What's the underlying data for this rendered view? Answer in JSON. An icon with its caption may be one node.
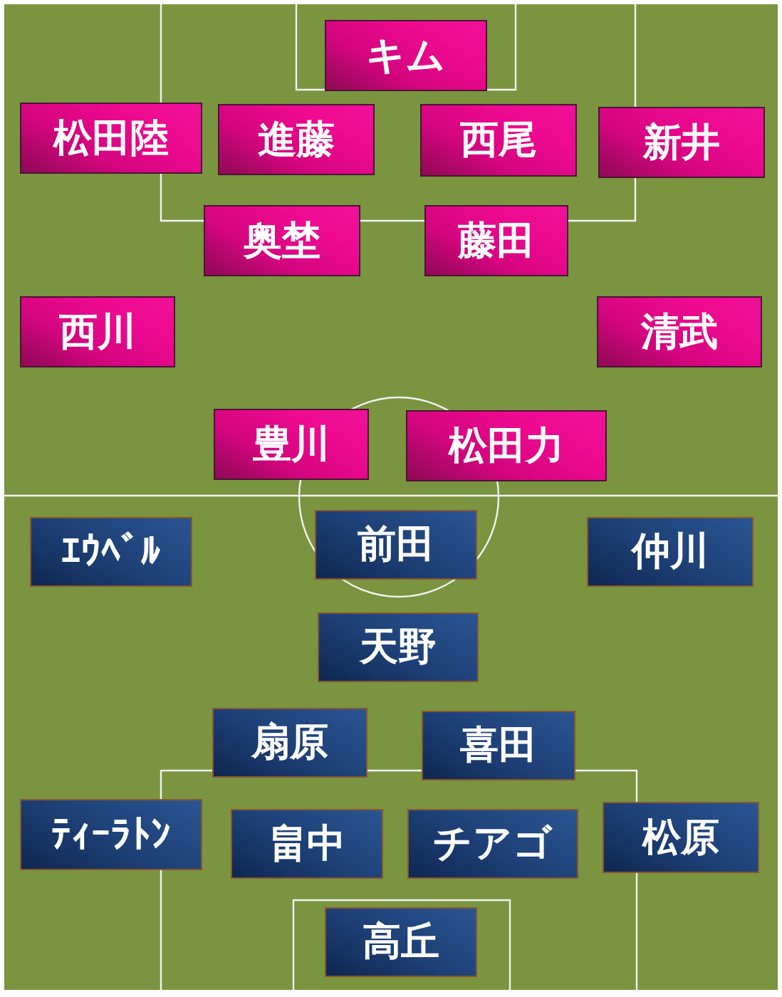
{
  "diagram": {
    "nodes": [
      {
        "text": [
          "キム"
        ]
      },
      {
        "text": [
          "松田陸"
        ]
      },
      {
        "text": [
          "進藤"
        ]
      },
      {
        "text": [
          "西尾"
        ]
      },
      {
        "text": [
          "新井"
        ]
      },
      {
        "text": [
          "奥埜"
        ]
      },
      {
        "text": [
          "藤田"
        ]
      },
      {
        "text": [
          "西川"
        ]
      },
      {
        "text": [
          "清武"
        ]
      },
      {
        "text": [
          "豊川"
        ]
      },
      {
        "text": [
          "松田力"
        ]
      },
      {
        "text": [
          "ｴｳﾍﾞﾙ"
        ]
      },
      {
        "text": [
          "前田"
        ]
      },
      {
        "text": [
          "仲川"
        ]
      },
      {
        "text": [
          "天野"
        ]
      },
      {
        "text": [
          "扇原"
        ]
      },
      {
        "text": [
          "喜田"
        ]
      },
      {
        "text": [
          "ﾃｨｰﾗﾄﾝ"
        ]
      },
      {
        "text": [
          "畠中"
        ]
      },
      {
        "text": [
          "チアゴ"
        ]
      },
      {
        "text": [
          "松原"
        ]
      },
      {
        "text": [
          "高丘"
        ]
      }
    ]
  }
}
